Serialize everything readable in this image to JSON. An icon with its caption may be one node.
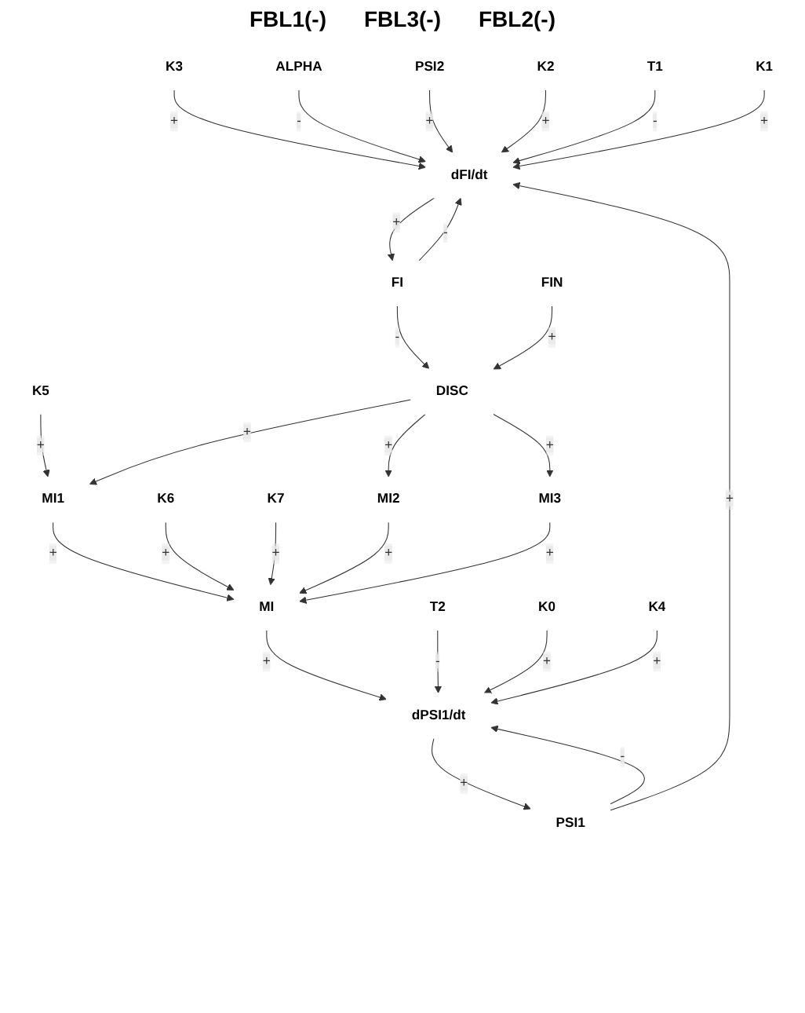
{
  "diagram": {
    "nodes": [
      {
        "text": [
          "K3"
        ]
      },
      {
        "text": [
          "ALPHA"
        ]
      },
      {
        "text": [
          "PSI2"
        ]
      },
      {
        "text": [
          "K2"
        ]
      },
      {
        "text": [
          "T1"
        ]
      },
      {
        "text": [
          "K1"
        ]
      },
      {
        "text": [
          "dFI/dt"
        ]
      },
      {
        "text": [
          "FI"
        ]
      },
      {
        "text": [
          "K5"
        ]
      },
      {
        "text": [
          "MI1"
        ]
      },
      {
        "text": [
          "DISC"
        ]
      },
      {
        "text": [
          "K6"
        ]
      },
      {
        "text": [
          "K7"
        ]
      },
      {
        "text": [
          "MI"
        ]
      },
      {
        "text": [
          "MI2"
        ]
      },
      {
        "text": [
          "MI3"
        ]
      },
      {
        "text": [
          "FIN"
        ]
      },
      {
        "text": [
          "T2"
        ]
      },
      {
        "text": [
          "PSI1"
        ]
      },
      {
        "text": [
          "K0"
        ]
      },
      {
        "text": [
          "dPSI1/dt"
        ]
      },
      {
        "text": [
          "K4"
        ]
      }
    ],
    "edges": [
      {
        "from": 0,
        "to": 6,
        "arrow": "to",
        "label": "+"
      },
      {
        "from": 1,
        "to": 6,
        "arrow": "to",
        "label": "-"
      },
      {
        "from": 2,
        "to": 6,
        "arrow": "to",
        "label": "+"
      },
      {
        "from": 3,
        "to": 6,
        "arrow": "to",
        "label": "+"
      },
      {
        "from": 4,
        "to": 6,
        "arrow": "to",
        "label": "-"
      },
      {
        "from": 5,
        "to": 6,
        "arrow": "to",
        "label": "+"
      },
      {
        "from": 6,
        "to": 7,
        "arrow": "to",
        "label": "+"
      },
      {
        "from": 7,
        "to": 6,
        "arrow": "to",
        "label": "-"
      },
      {
        "from": 7,
        "to": 10,
        "arrow": "to",
        "label": "-"
      },
      {
        "from": 10,
        "to": 9,
        "arrow": "to",
        "label": "+"
      },
      {
        "from": 10,
        "to": 14,
        "arrow": "to",
        "label": "+"
      },
      {
        "from": 10,
        "to": 15,
        "arrow": "to",
        "label": "+"
      },
      {
        "from": 16,
        "to": 10,
        "arrow": "to",
        "label": "+"
      },
      {
        "from": 18,
        "to": 6,
        "arrow": "to",
        "label": "+"
      },
      {
        "from": 8,
        "to": 9,
        "arrow": "to",
        "label": "+"
      },
      {
        "from": 11,
        "to": 13,
        "arrow": "to",
        "label": "+"
      },
      {
        "from": 12,
        "to": 13,
        "arrow": "to",
        "label": "+"
      },
      {
        "from": 9,
        "to": 13,
        "arrow": "to",
        "label": "+"
      },
      {
        "from": 15,
        "to": 13,
        "arrow": "to",
        "label": "+"
      },
      {
        "from": 14,
        "to": 13,
        "arrow": "to",
        "label": "+"
      },
      {
        "from": 13,
        "to": 20,
        "arrow": "to",
        "label": "+"
      },
      {
        "from": 17,
        "to": 20,
        "arrow": "to",
        "label": "-"
      },
      {
        "from": 19,
        "to": 20,
        "arrow": "to",
        "label": "+"
      },
      {
        "from": 21,
        "to": 20,
        "arrow": "to",
        "label": "+"
      },
      {
        "from": 20,
        "to": 18,
        "arrow": "to",
        "label": "+"
      },
      {
        "from": 18,
        "to": 20,
        "arrow": "to",
        "label": "-"
      }
    ],
    "labels": [
      "FBL1(-)",
      "FBL3(-)",
      "FBL2(-)"
    ]
  }
}
